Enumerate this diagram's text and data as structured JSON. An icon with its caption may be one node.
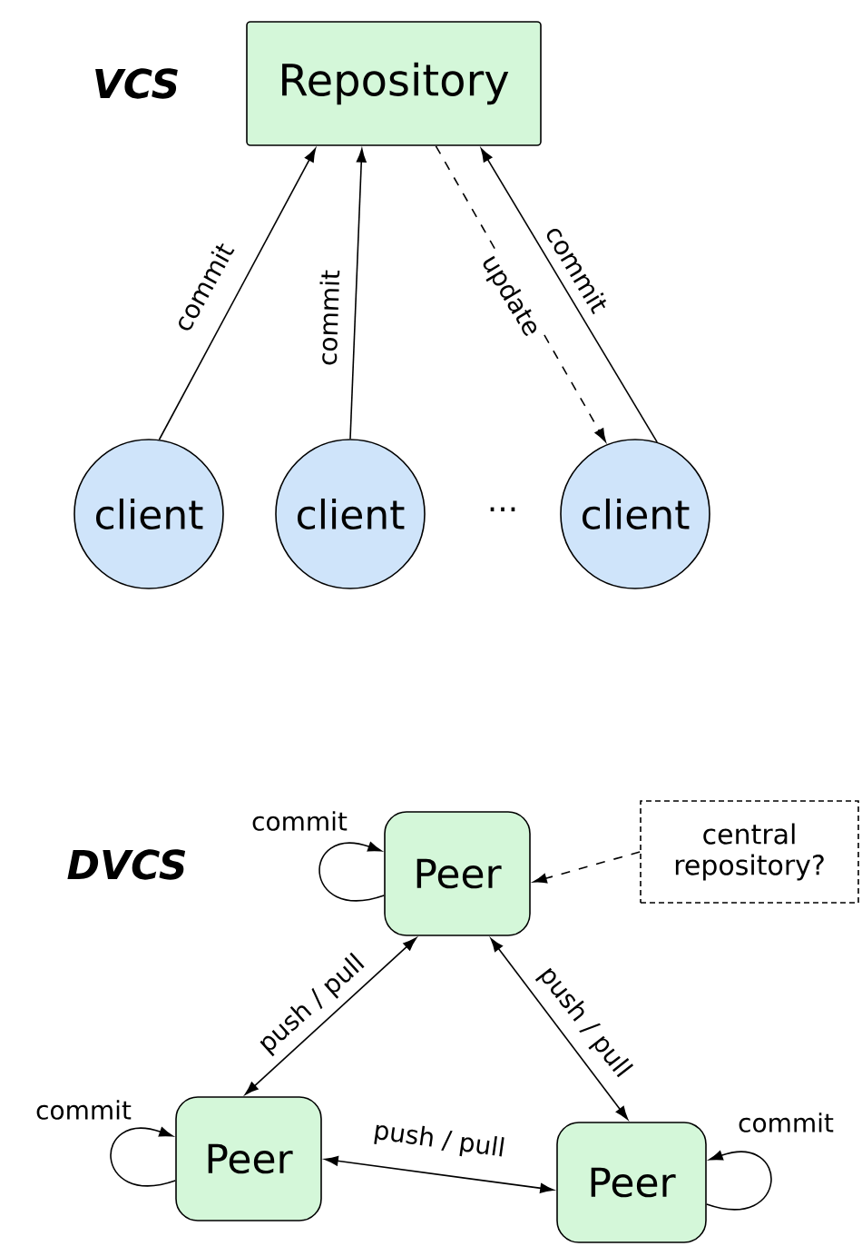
{
  "diagram": {
    "nodes": [
      {
        "text": [
          "Repository"
        ]
      },
      {
        "text": [
          "client"
        ]
      },
      {
        "text": [
          "client"
        ]
      },
      {
        "text": [
          "client"
        ]
      },
      {
        "text": [
          "Peer"
        ]
      },
      {
        "text": [
          "central repository?"
        ]
      },
      {
        "text": [
          "Peer"
        ]
      },
      {
        "text": [
          "Peer"
        ]
      }
    ],
    "edges": [
      {
        "from": 1,
        "to": 0,
        "arrow": "to",
        "label": "commit"
      },
      {
        "from": 2,
        "to": 0,
        "arrow": "to",
        "label": "commit"
      },
      {
        "from": 0,
        "to": 3,
        "arrow": "to",
        "label": "update",
        "style": "dashed"
      },
      {
        "from": 3,
        "to": 0,
        "arrow": "to",
        "label": "commit"
      },
      {
        "from": 5,
        "to": 4,
        "arrow": "to",
        "style": "dashed"
      },
      {
        "from": 4,
        "to": 4,
        "arrow": "to",
        "label": "commit"
      },
      {
        "from": 4,
        "to": 6,
        "arrow": "both",
        "label": "push / pull"
      },
      {
        "from": 4,
        "to": 7,
        "arrow": "both",
        "label": "push / pull"
      },
      {
        "from": 6,
        "to": 7,
        "arrow": "both",
        "label": "push / pull"
      },
      {
        "from": 6,
        "to": 6,
        "arrow": "to",
        "label": "commit"
      },
      {
        "from": 7,
        "to": 7,
        "arrow": "to",
        "label": "commit"
      }
    ],
    "labels": [
      "VCS",
      "···",
      "DVCS"
    ]
  }
}
